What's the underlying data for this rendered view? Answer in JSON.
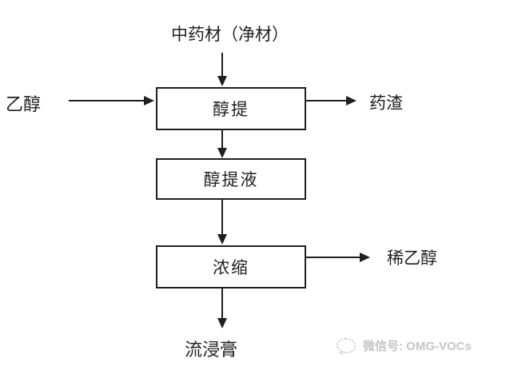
{
  "diagram": {
    "source_label": "中药材（净材）",
    "ethanol_input_label": "乙醇",
    "extraction_box_label": "醇提",
    "residue_output_label": "药渣",
    "extract_liquid_box_label": "醇提液",
    "concentration_box_label": "浓缩",
    "dilute_ethanol_output_label": "稀乙醇",
    "fluid_extract_output_label": "流浸膏"
  },
  "watermark": {
    "label": "微信号: OMG-VOCs"
  },
  "colors": {
    "line": "#1f1f1f",
    "background": "#ffffff",
    "watermark_text": "#c5c5c5"
  }
}
